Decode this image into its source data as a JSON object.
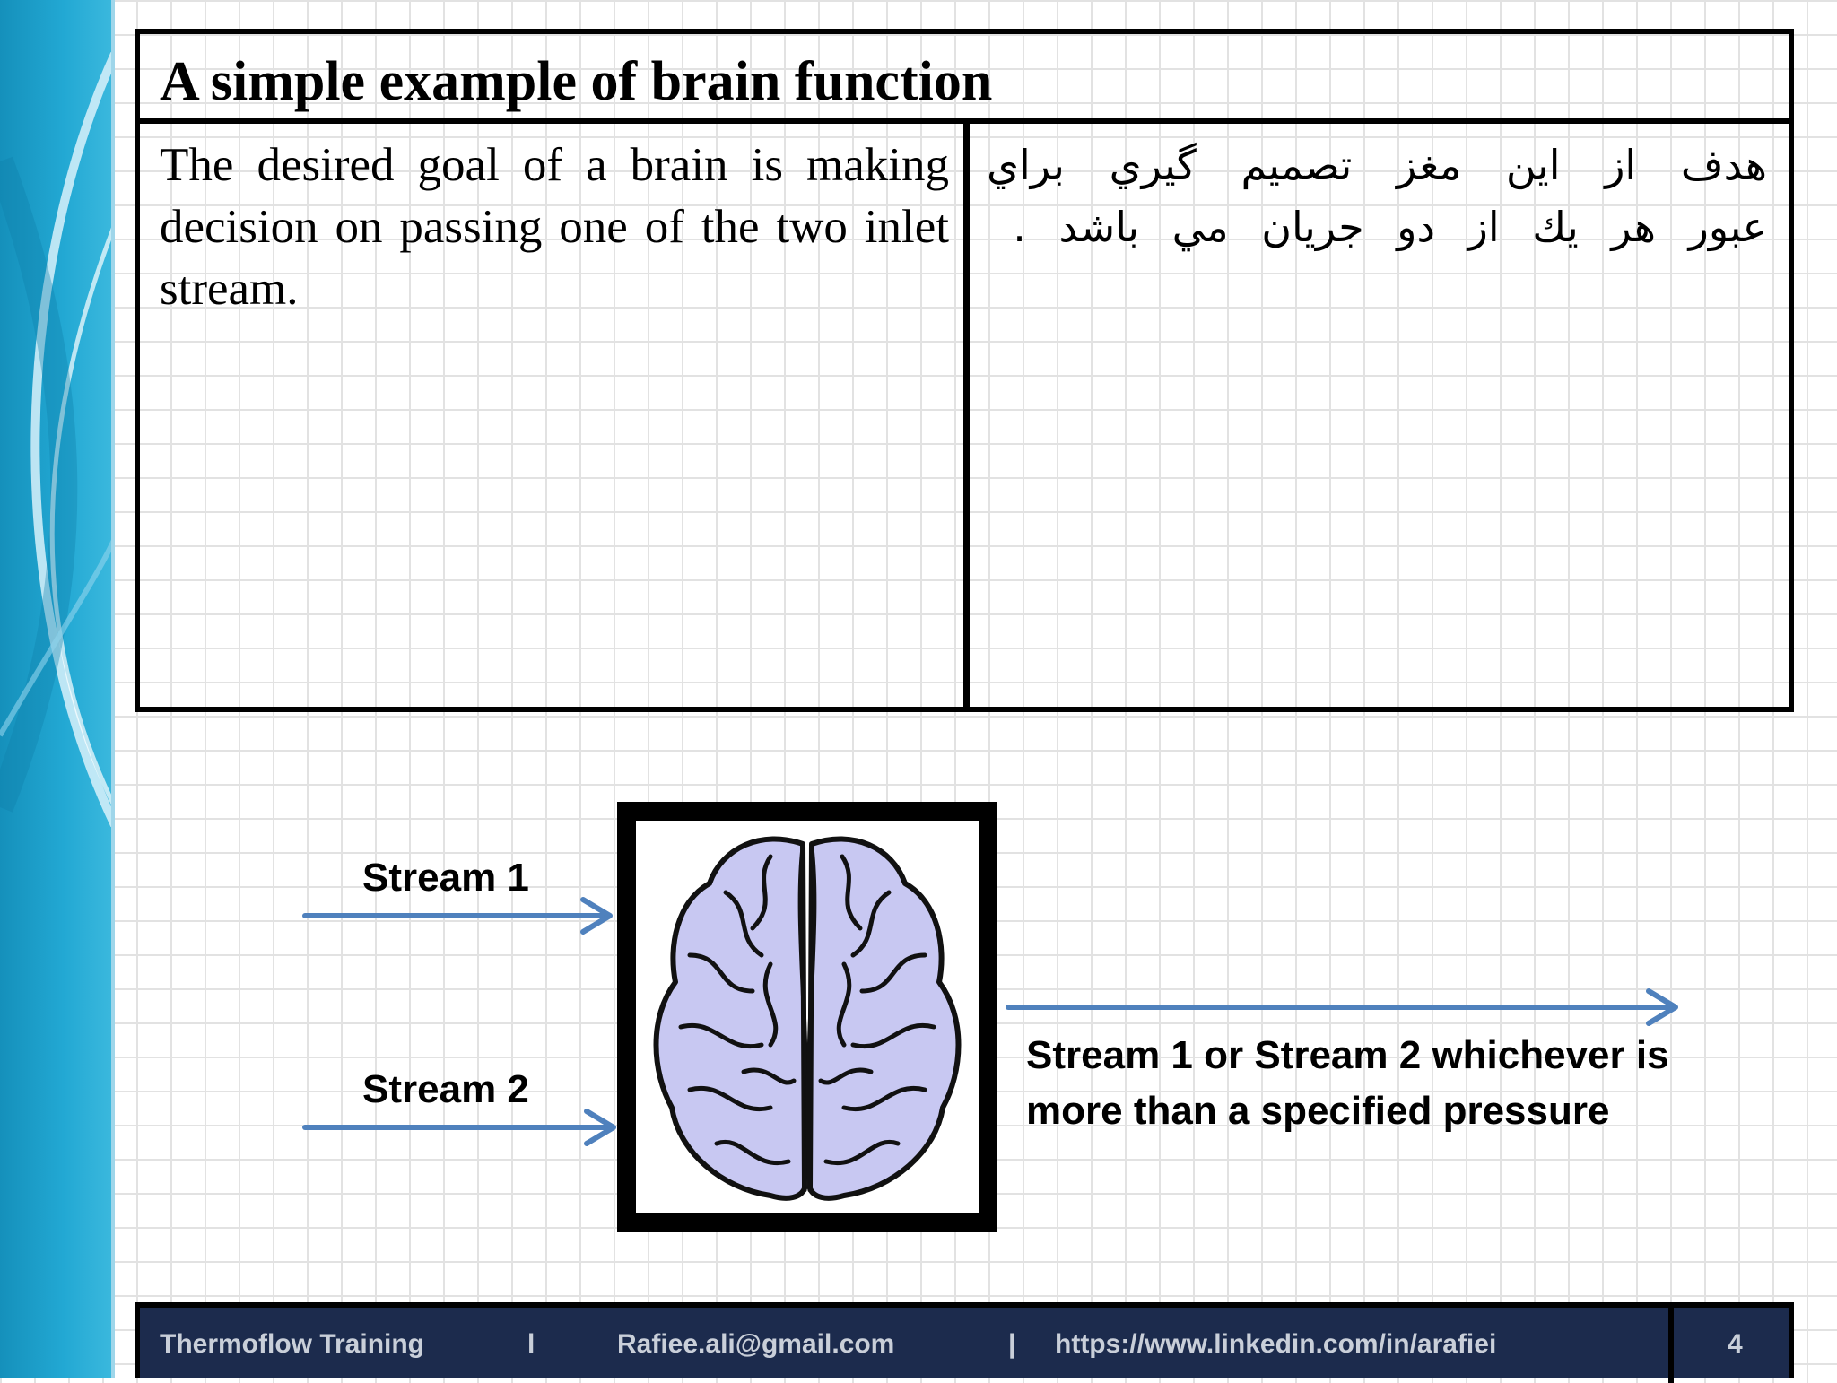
{
  "title": "A simple example of brain function",
  "text_en": "The desired goal of a brain is making decision on passing one of the two inlet stream.",
  "text_fa": "هدف از اين مغز تصميم گيري براي عبور هر يك از دو جريان مي باشد .",
  "diagram": {
    "input_1": "Stream 1",
    "input_2": "Stream 2",
    "output": "Stream 1 or Stream 2 whichever is more than a specified pressure"
  },
  "footer": {
    "org": "Thermoflow Training",
    "sep1": "l",
    "email": "Rafiee.ali@gmail.com",
    "sep2": "|",
    "url": "https://www.linkedin.com/in/arafiei",
    "page": "4"
  },
  "colors": {
    "accent_band": "#22a8d3",
    "arrow": "#4f81bd",
    "brain_fill": "#c8c8f2",
    "footer_bg": "#1c2b4d"
  },
  "icons": [
    "arrow-right-icon",
    "brain-icon"
  ]
}
